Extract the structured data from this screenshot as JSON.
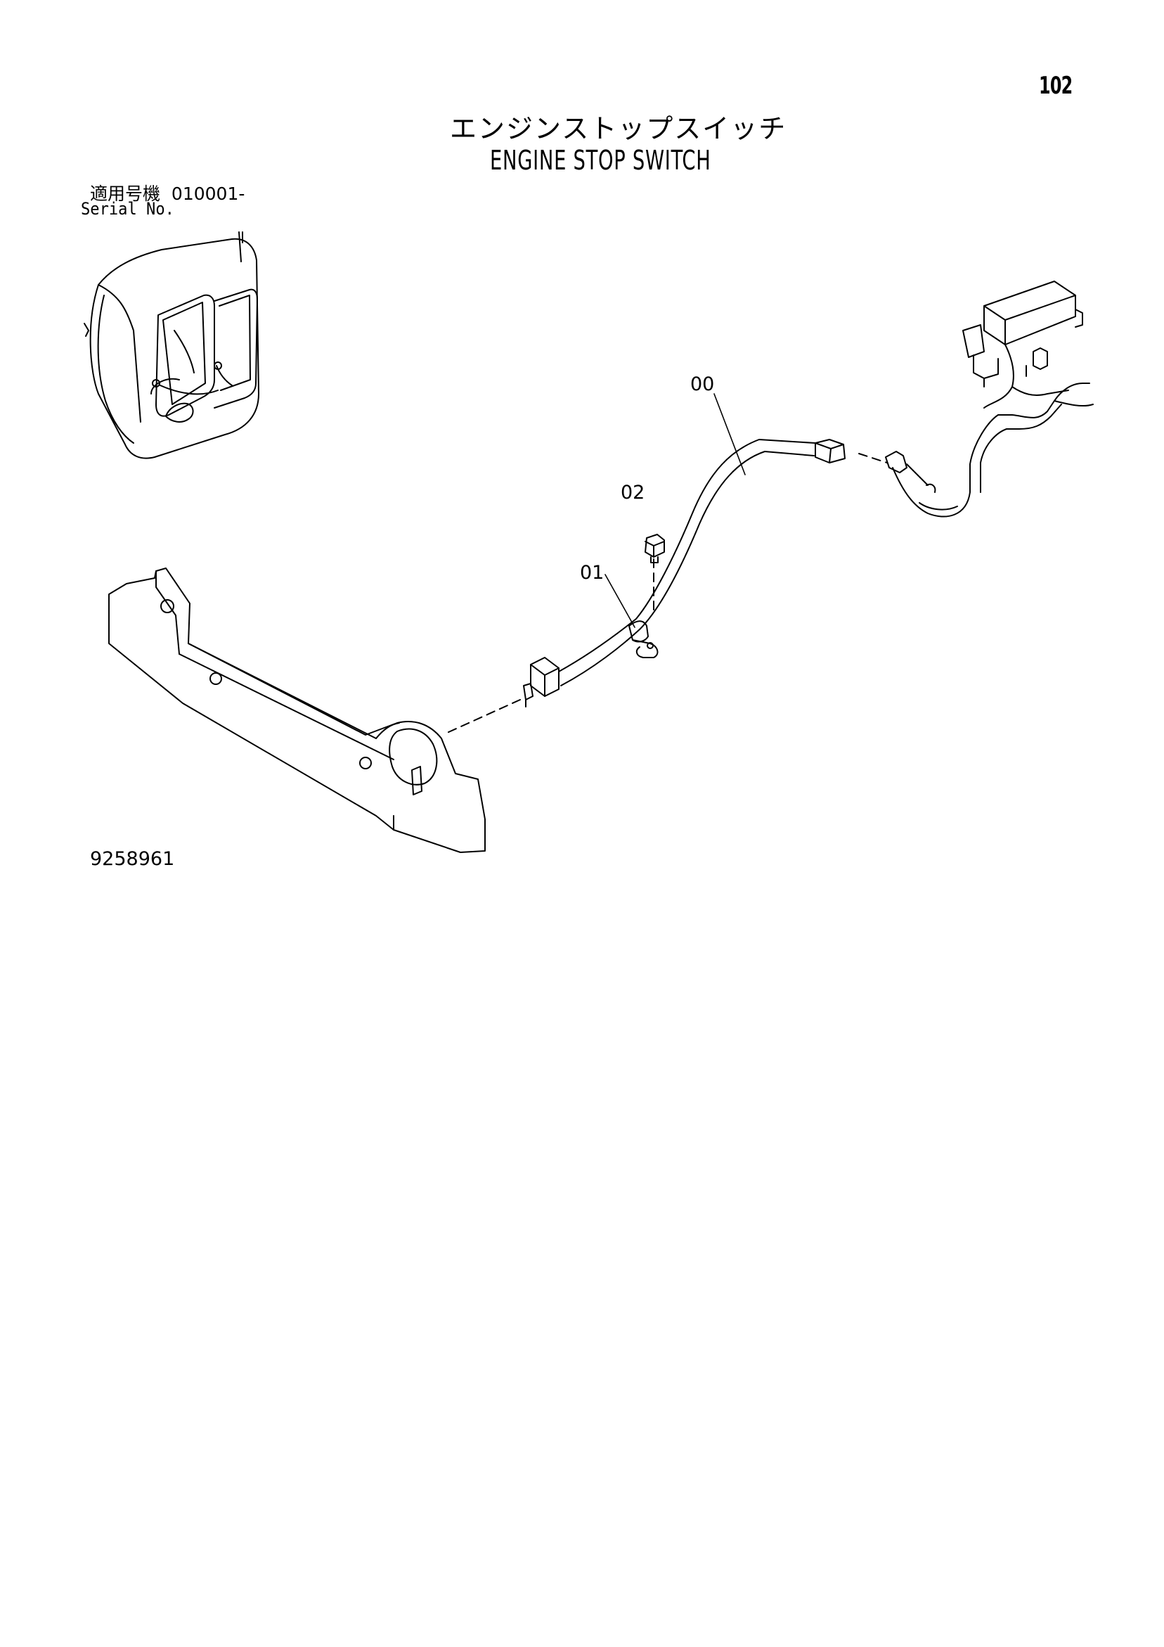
{
  "page_number": "102",
  "title": {
    "japanese": "エンジンストップスイッチ",
    "english": "ENGINE STOP SWITCH"
  },
  "serial": {
    "label_jp": "適用号機",
    "range": "010001-",
    "label_en": "Serial No."
  },
  "callouts": [
    "00",
    "01",
    "02"
  ],
  "figure_code": "9258961"
}
